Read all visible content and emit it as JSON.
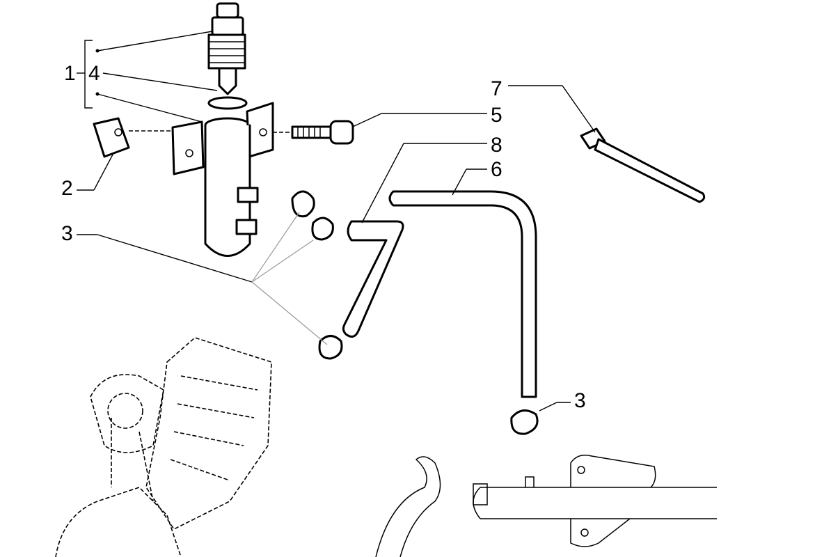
{
  "diagram": {
    "callouts": [
      {
        "id": "c1",
        "label": "1"
      },
      {
        "id": "c4",
        "label": "4"
      },
      {
        "id": "c2",
        "label": "2"
      },
      {
        "id": "c3a",
        "label": "3"
      },
      {
        "id": "c5",
        "label": "5"
      },
      {
        "id": "c8",
        "label": "8"
      },
      {
        "id": "c6",
        "label": "6"
      },
      {
        "id": "c7",
        "label": "7"
      },
      {
        "id": "c3b",
        "label": "3"
      }
    ]
  }
}
